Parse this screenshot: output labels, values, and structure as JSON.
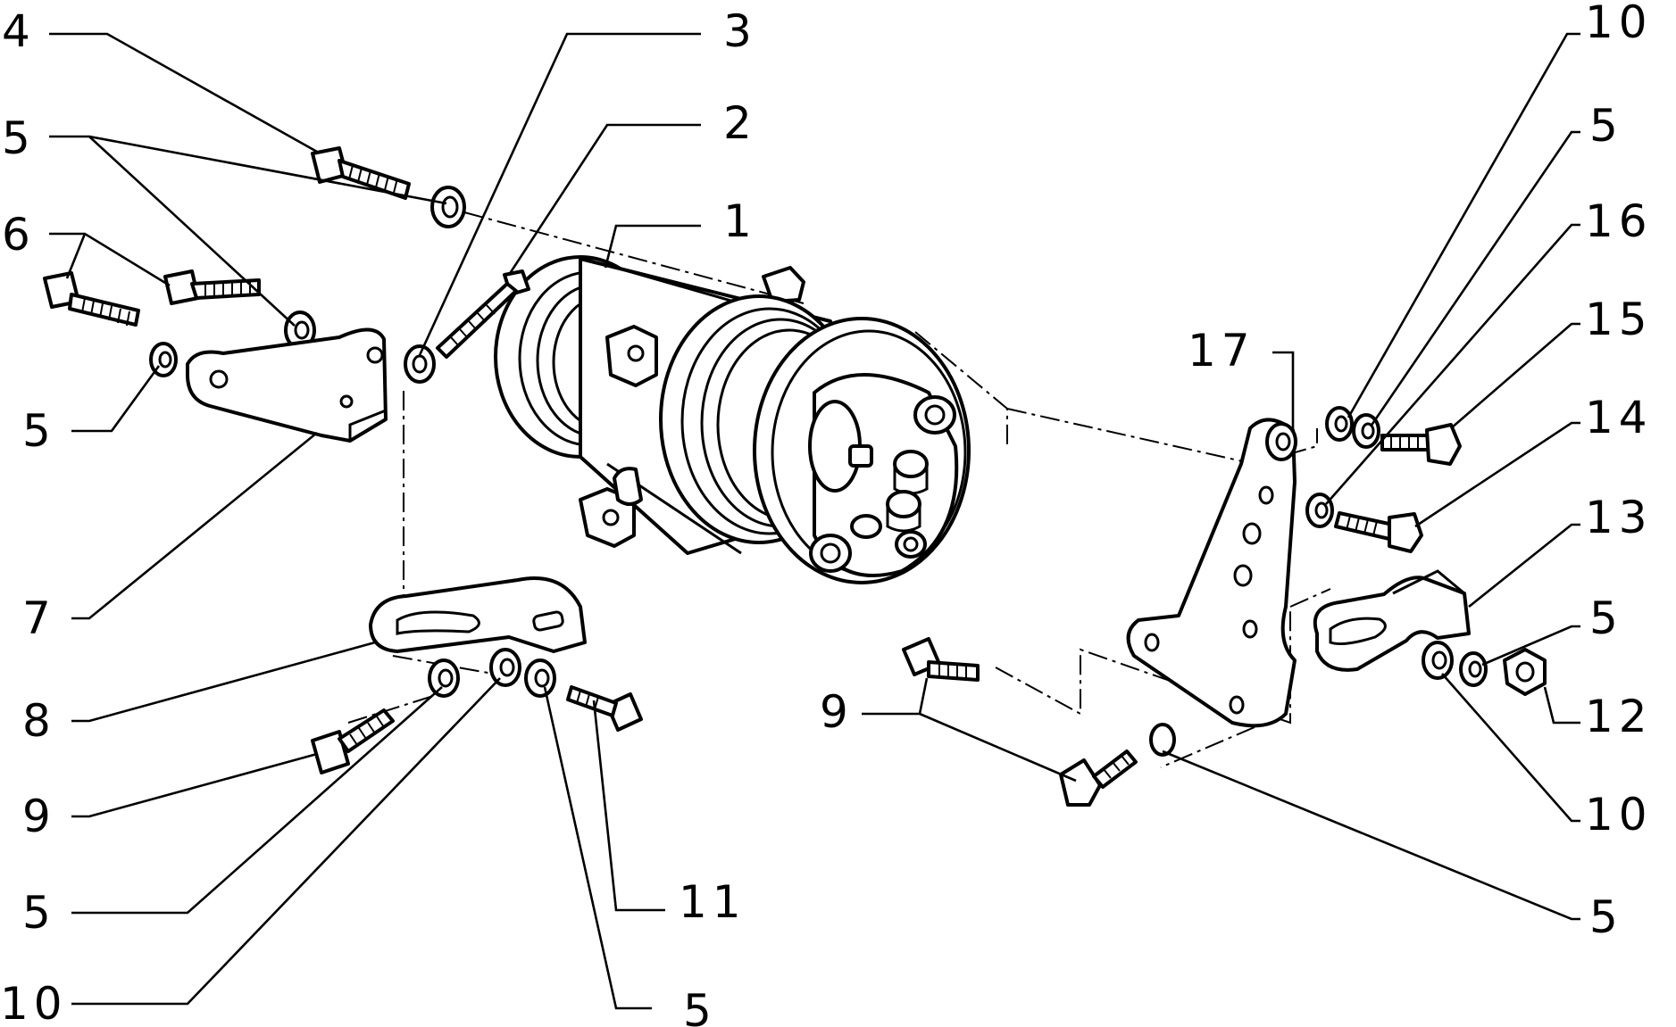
{
  "labels": {
    "l1": "1",
    "l2": "2",
    "l3": "3",
    "l4": "4",
    "l5a": "5",
    "l6": "6",
    "l5b": "5",
    "l7": "7",
    "l8": "8",
    "l9a": "9",
    "l5c": "5",
    "l10a": "10",
    "l11": "11",
    "l5d": "5",
    "l10b": "10",
    "l5e": "5",
    "l16": "16",
    "l15": "15",
    "l17": "17",
    "l14": "14",
    "l13": "13",
    "l5f": "5",
    "l12": "12",
    "l9b": "9",
    "l10c": "10",
    "l5g": "5"
  }
}
